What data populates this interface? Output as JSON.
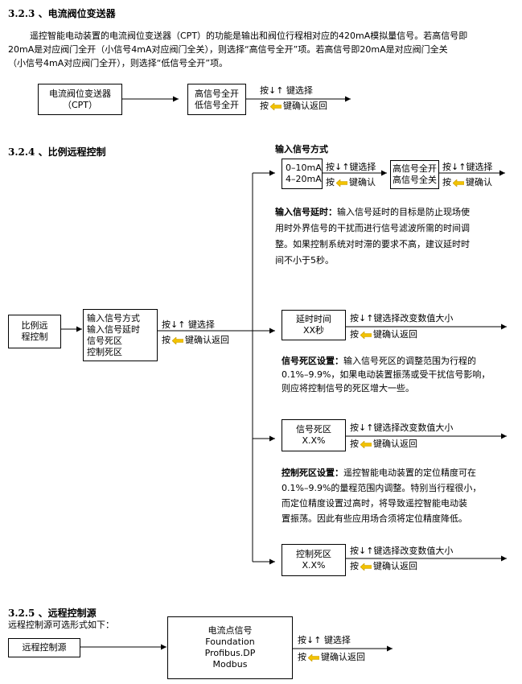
{
  "s323": {
    "heading": "3.2.3 、电流阀位变送器",
    "para": [
      "遥控智能电动装置的电流阀位变送器（CPT）的功能是输出和阀位行程相对应的420mA模拟量信号。若高信号即",
      "20mA是对应阀门全开（小信号4mA对应阀门全关），则选择“高信号全开”项。若高信号即20mA是对应阀门全关",
      "（小信号4mA对应阀门全开），则选择“低信号全开”项。"
    ],
    "box1": [
      "电流阀位变送器",
      "（CPT）"
    ],
    "box2": [
      "高信号全开",
      "低信号全开"
    ],
    "hint_select": "键选择",
    "hint_confirm": "键确认返回"
  },
  "s324": {
    "heading": "3.2.4 、比例远程控制",
    "root_box": [
      "比例远",
      "程控制"
    ],
    "menu_box": [
      "输入信号方式",
      "输入信号延时",
      "信号死区",
      "控制死区"
    ],
    "menu_hint_select": "键选择",
    "menu_hint_confirm": "键确认返回",
    "input_mode_title": "输入信号方式",
    "range_box": [
      "0–10mA",
      "4–20mA"
    ],
    "range_hint_select": "键选择",
    "range_hint_confirm": "键确认",
    "level_box": [
      "高信号全开",
      "高信号全关"
    ],
    "level_hint_select": "键选择",
    "level_hint_confirm": "键确认",
    "delay_desc_bold": "输入信号延时：",
    "delay_desc_lines": [
      "输入信号延时的目标是防止现场使",
      "用时外界信号的干扰而进行信号滤波所需的时间调",
      "整。如果控制系统对时滞的要求不高，建议延时时",
      "间不小于5秒。"
    ],
    "delay_box": [
      "延时时间",
      "XX秒"
    ],
    "delay_hint_select": "键选择改变数值大小",
    "delay_hint_confirm": "键确认返回",
    "dead_desc_bold": "信号死区设置：",
    "dead_desc_lines": [
      "输入信号死区的调整范围为行程的",
      "0.1%–9.9%，如果电动装置振荡或受干扰信号影响，",
      "则应将控制信号的死区增大一些。"
    ],
    "dead_box": [
      "信号死区",
      "X.X%"
    ],
    "dead_hint_select": "键选择改变数值大小",
    "dead_hint_confirm": "键确认返回",
    "ctrl_desc_bold": "控制死区设置：",
    "ctrl_desc_lines": [
      "遥控智能电动装置的定位精度可在",
      "0.1%–9.9%的量程范围内调整。特别当行程很小，",
      "而定位精度设置过高时，将导致遥控智能电动装",
      "置振荡。因此有些应用场合须将定位精度降低。"
    ],
    "ctrl_box": [
      "控制死区",
      "X.X%"
    ],
    "ctrl_hint_select": "键选择改变数值大小",
    "ctrl_hint_confirm": "键确认返回"
  },
  "s325": {
    "heading": "3.2.5 、远程控制源",
    "intro": "远程控制源可选形式如下：",
    "source_box": "远程控制源",
    "options_box": [
      "电流点信号",
      "Foundation",
      "Profibus.DP",
      "Modbus"
    ],
    "hint_select": "键选择",
    "hint_confirm": "键确认返回"
  },
  "glyphs": {
    "press": "按",
    "down": "↓",
    "up": "↑"
  },
  "colors": {
    "key_arrow": "#f2c200",
    "line": "#000000"
  }
}
